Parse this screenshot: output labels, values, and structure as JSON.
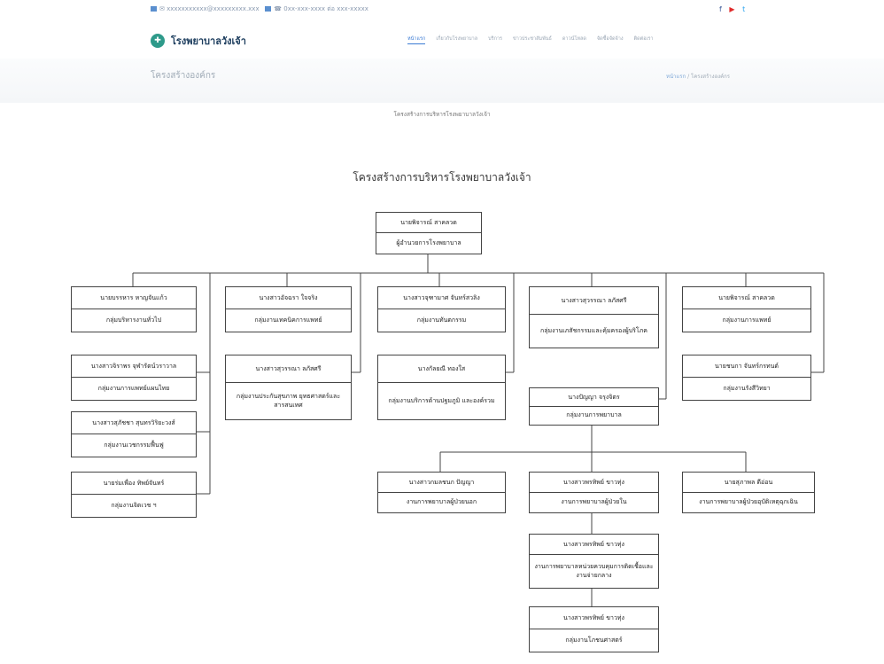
{
  "site": {
    "contact_email": "✉ xxxxxxxxxxx@xxxxxxxxx.xxx",
    "contact_phone": "☎ 0xx-xxx-xxxx ต่อ xxx-xxxxx",
    "social": [
      "f",
      "▶",
      "t"
    ],
    "hospital_name": "โรงพยาบาลวังเจ้า",
    "nav": [
      "หน้าแรก",
      "เกี่ยวกับโรงพยาบาล",
      "บริการ",
      "ข่าวประชาสัมพันธ์",
      "ดาวน์โหลด",
      "จัดซื้อจัดจ้าง",
      "ติดต่อเรา"
    ]
  },
  "page": {
    "title": "โครงสร้างองค์กร",
    "breadcrumb_home": "หน้าแรก",
    "breadcrumb_sep": "/",
    "breadcrumb_current": "โครงสร้างองค์กร",
    "caption": "โครงสร้างการบริหารโรงพยาบาลวังเจ้า"
  },
  "chart": {
    "title": "โครงสร้างการบริหารโรงพยาบาลวังเจ้า",
    "top": {
      "name": "นายพิจารณ์ สาคลวด",
      "role": "ผู้อำนวยการโรงพยาบาล"
    },
    "col1": [
      {
        "name": "นายบรรหาร หาญจันแก้ว",
        "role": "กลุ่มบริหารงานทั่วไป"
      },
      {
        "name": "นางสาวจิราพร จุฬารัตน์วราวาล",
        "role": "กลุ่มงานการแพทย์แผนไทย"
      },
      {
        "name": "นางสาวสุภัชชา สุนทรวิริยะวงส์",
        "role": "กลุ่มงานเวชกรรมฟื้นฟู"
      },
      {
        "name": "นายร่มเพื่อง ทิพย์จันทร์",
        "role": "กลุ่มงานจิตเวช ฯ"
      }
    ],
    "col2": [
      {
        "name": "นางสาวอัจฉรา ใจจริง",
        "role": "กลุ่มงานเทคนิคการแพทย์"
      },
      {
        "name": "นางสาวสุวรรณา ลภัสศรี",
        "role": "กลุ่มงานประกันสุขภาพ ยุทธศาสตร์และสารสนเทศ"
      }
    ],
    "col3": [
      {
        "name": "นางสาวจุฑามาศ จันทร์สวลิง",
        "role": "กลุ่มงานทันตกรรม"
      },
      {
        "name": "นางกัลยณี ทองใส",
        "role": "กลุ่มงานบริการด้านปฐมภูมิ และองค์รวม"
      }
    ],
    "col4": [
      {
        "name": "นางสาวสุวรรณา ลภัสศรี",
        "role": "กลุ่มงานเภสัชกรรมและคุ้มครองผู้บริโภค"
      },
      {
        "name": "นางปัญญา จรุงจิตร",
        "role": "กลุ่มงานการพยาบาล"
      }
    ],
    "col5": [
      {
        "name": "นายพิจารณ์ สาคลวด",
        "role": "กลุ่มงานการแพทย์"
      },
      {
        "name": "นายชนกา จันทร์กรทนต์",
        "role": "กลุ่มงานรังสีวิทยา"
      }
    ],
    "nursing": [
      {
        "name": "นางสาวกมลชนก ปัญญา",
        "role": "งานการพยาบาลผู้ป่วยนอก"
      },
      {
        "name": "นางสาวพรทิพย์ ขาวทุ่ง",
        "role": "งานการพยาบาลผู้ป่วยใน"
      },
      {
        "name": "นายสุภาพล ดีอ่อน",
        "role": "งานการพยาบาลผู้ป่วยอุบัติเหตุฉุกเฉิน"
      }
    ],
    "inpatient_chain": [
      {
        "name": "นางสาวพรทิพย์ ขาวทุ่ง",
        "role": "งานการพยาบาลหน่วยควบคุมการติดเชื้อและงานจ่ายกลาง"
      },
      {
        "name": "นางสาวพรทิพย์ ขาวทุ่ง",
        "role": "กลุ่มงานโภชนศาสตร์"
      }
    ]
  }
}
